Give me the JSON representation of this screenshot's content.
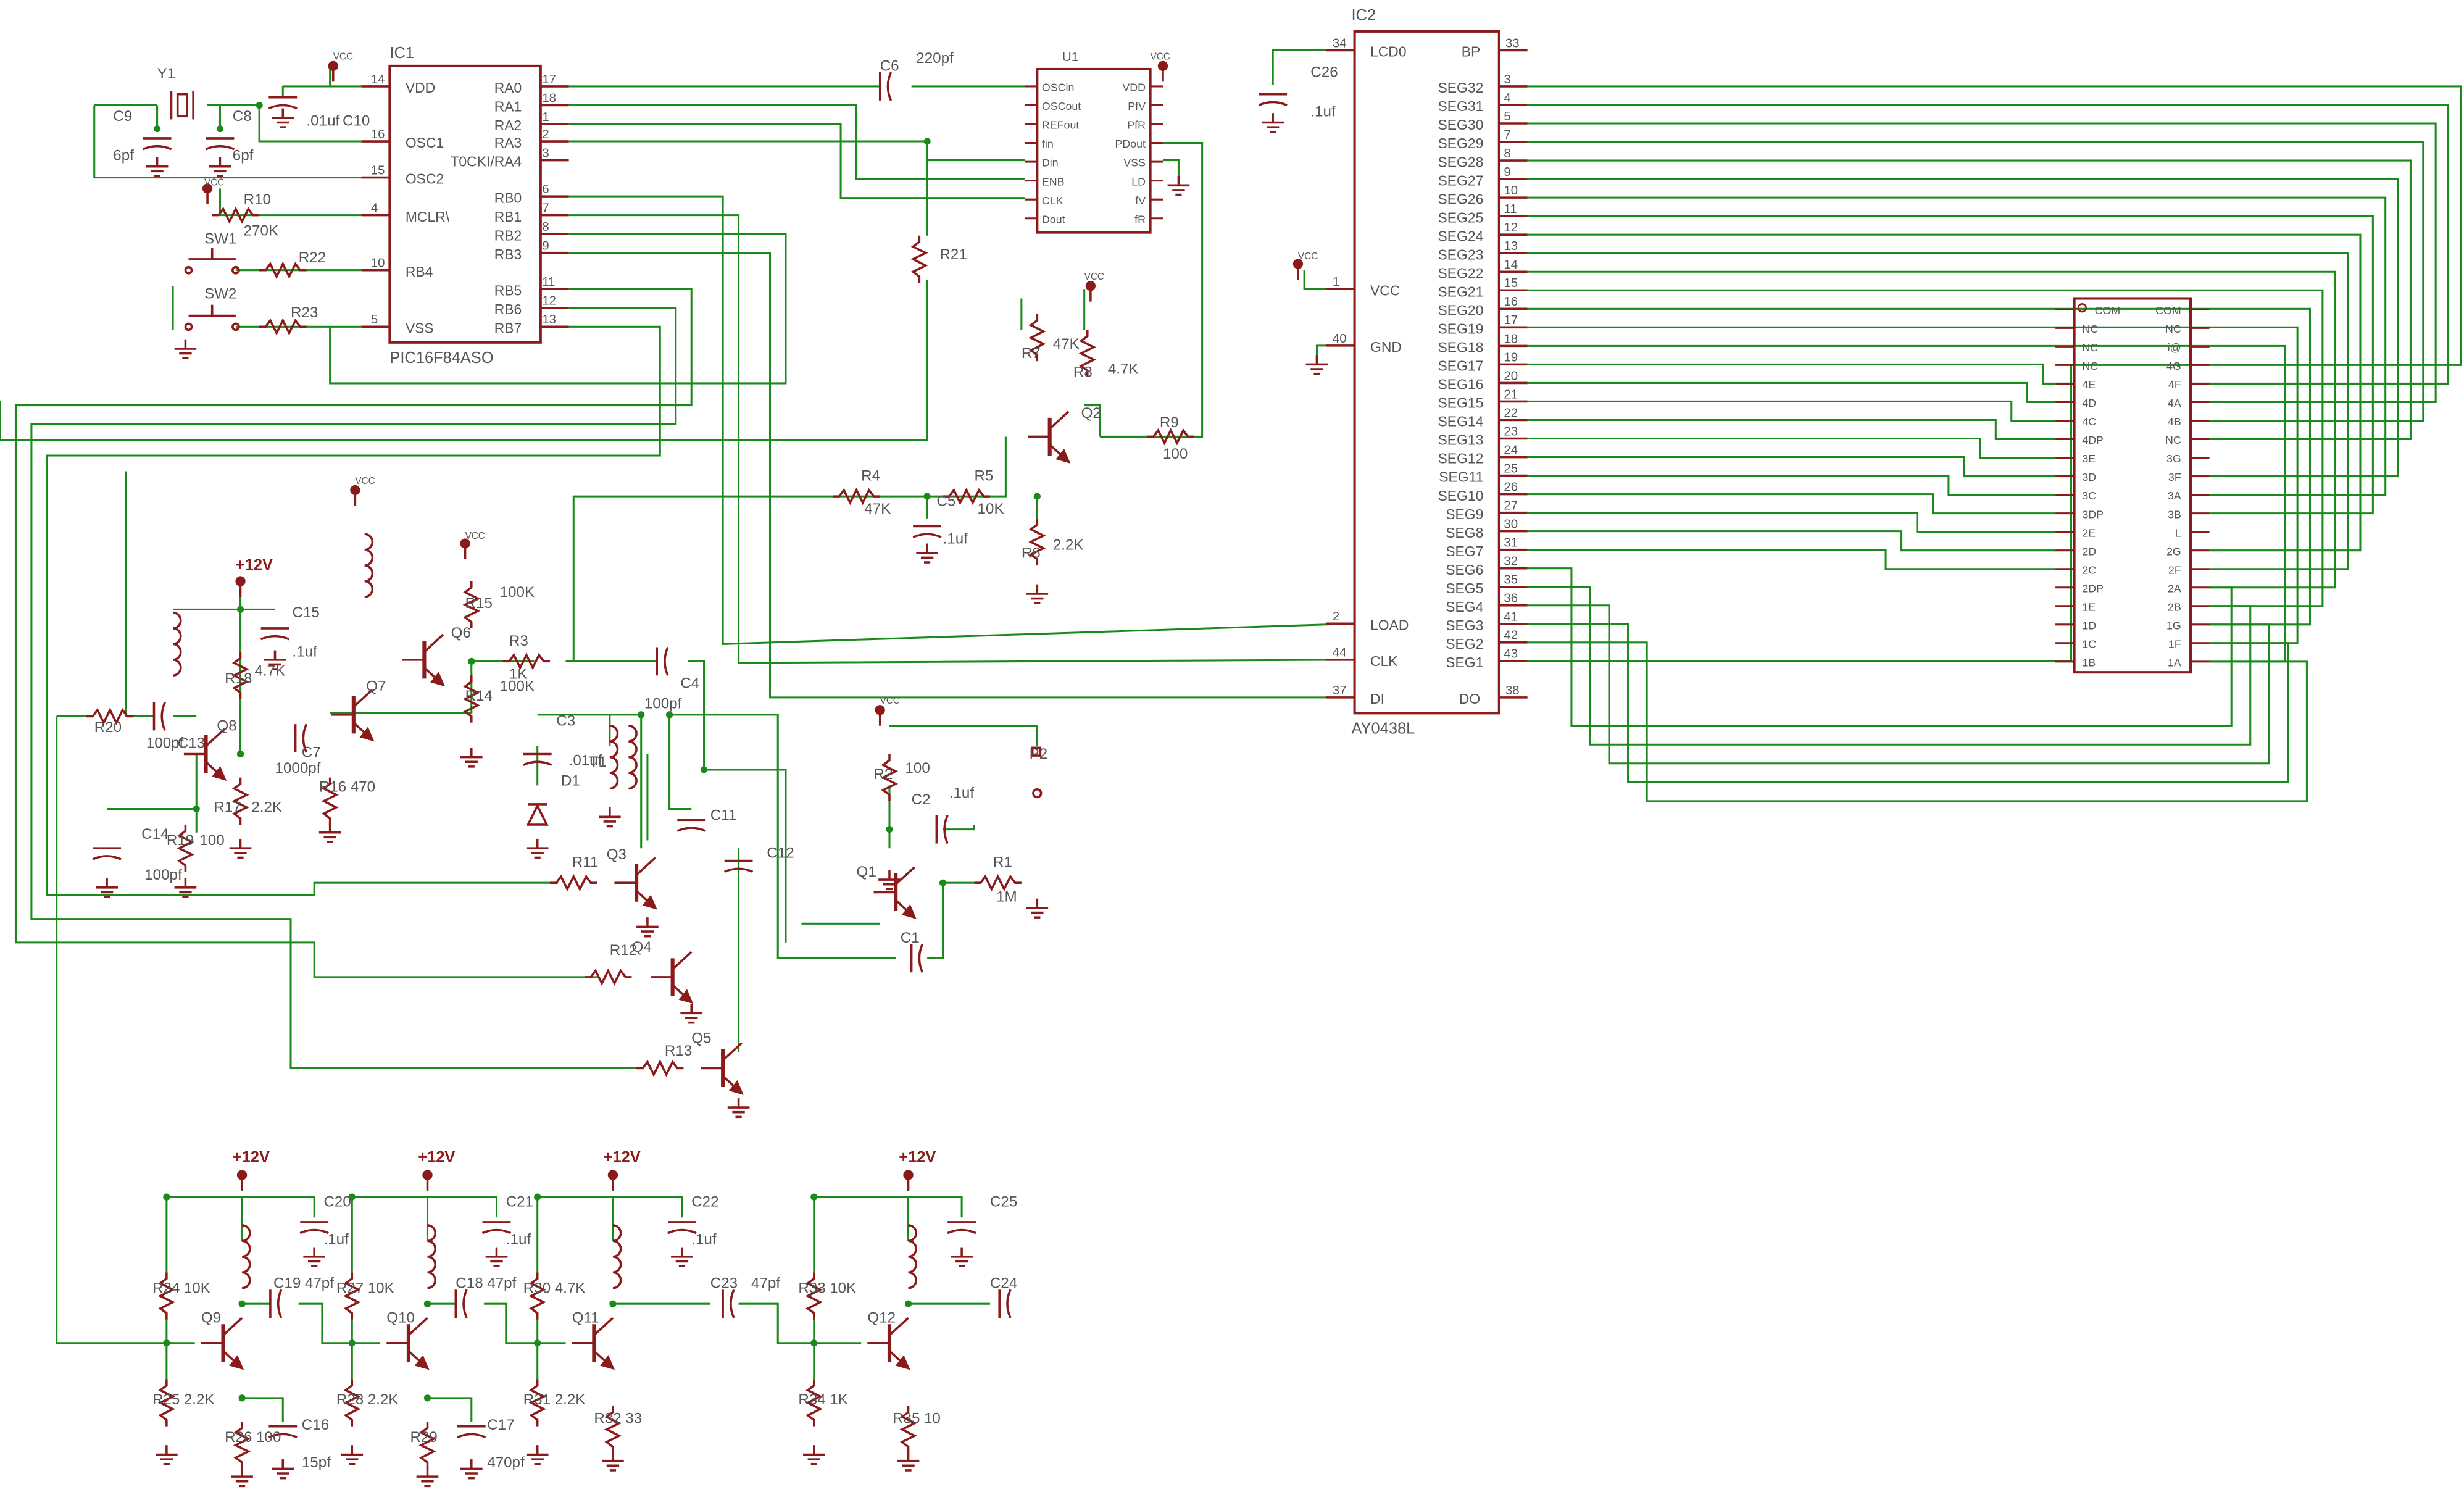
{
  "colors": {
    "part": "#8b1a1a",
    "wire": "#1a8a1a",
    "pin": "#8b1a1a",
    "text": "#555555",
    "dot": "#1a8a1a"
  },
  "ic1": {
    "ref": "IC1",
    "name": "PIC16F84ASO",
    "left_pins": [
      [
        "VDD",
        "14"
      ],
      [
        "OSC1",
        "16"
      ],
      [
        "OSC2",
        "15"
      ],
      [
        "MCLR\\",
        "4"
      ],
      [
        "RB4",
        "10"
      ],
      [
        "VSS",
        "5"
      ]
    ],
    "right_pins": [
      [
        "RA0",
        "17"
      ],
      [
        "RA1",
        "18"
      ],
      [
        "RA2",
        "1"
      ],
      [
        "RA3",
        "2"
      ],
      [
        "T0CKI/RA4",
        "3"
      ],
      [
        "RB0",
        "6"
      ],
      [
        "RB1",
        "7"
      ],
      [
        "RB2",
        "8"
      ],
      [
        "RB3",
        "9"
      ],
      [
        "RB5",
        "11"
      ],
      [
        "RB6",
        "12"
      ],
      [
        "RB7",
        "13"
      ]
    ]
  },
  "u1": {
    "ref": "U1",
    "left_pins": [
      "OSCin",
      "OSCout",
      "REFout",
      "fin",
      "Din",
      "ENB",
      "CLK",
      "Dout"
    ],
    "right_pins": [
      "VDD",
      "PfV",
      "PfR",
      "PDout",
      "VSS",
      "LD",
      "fV",
      "fR"
    ]
  },
  "ic2": {
    "ref": "IC2",
    "name": "AY0438L",
    "left": [
      [
        "LCD0",
        "34"
      ],
      [
        "VCC",
        "1"
      ],
      [
        "GND",
        "40"
      ],
      [
        "LOAD",
        "2"
      ],
      [
        "CLK",
        "44"
      ],
      [
        "DI",
        "37"
      ]
    ],
    "top_right": [
      [
        "BP",
        "33"
      ]
    ],
    "bottom_right": [
      [
        "DO",
        "38"
      ]
    ],
    "segs": [
      [
        "SEG32",
        "3"
      ],
      [
        "SEG31",
        "4"
      ],
      [
        "SEG30",
        "5"
      ],
      [
        "SEG29",
        "7"
      ],
      [
        "SEG28",
        "8"
      ],
      [
        "SEG27",
        "9"
      ],
      [
        "SEG26",
        "10"
      ],
      [
        "SEG25",
        "11"
      ],
      [
        "SEG24",
        "12"
      ],
      [
        "SEG23",
        "13"
      ],
      [
        "SEG22",
        "14"
      ],
      [
        "SEG21",
        "15"
      ],
      [
        "SEG20",
        "16"
      ],
      [
        "SEG19",
        "17"
      ],
      [
        "SEG18",
        "18"
      ],
      [
        "SEG17",
        "19"
      ],
      [
        "SEG16",
        "20"
      ],
      [
        "SEG15",
        "21"
      ],
      [
        "SEG14",
        "22"
      ],
      [
        "SEG13",
        "23"
      ],
      [
        "SEG12",
        "24"
      ],
      [
        "SEG11",
        "25"
      ],
      [
        "SEG10",
        "26"
      ],
      [
        "SEG9",
        "27"
      ],
      [
        "SEG8",
        "30"
      ],
      [
        "SEG7",
        "31"
      ],
      [
        "SEG6",
        "32"
      ],
      [
        "SEG5",
        "35"
      ],
      [
        "SEG4",
        "36"
      ],
      [
        "SEG3",
        "41"
      ],
      [
        "SEG2",
        "42"
      ],
      [
        "SEG1",
        "43"
      ]
    ]
  },
  "lcd": {
    "left": [
      "COM",
      "NC",
      "NC",
      "NC",
      "4E",
      "4D",
      "4C",
      "4DP",
      "3E",
      "3D",
      "3C",
      "3DP",
      "2E",
      "2D",
      "2C",
      "2DP",
      "1E",
      "1D",
      "1C",
      "1B"
    ],
    "right": [
      "COM",
      "NC",
      "i@",
      "4G",
      "4F",
      "4A",
      "4B",
      "NC",
      "3G",
      "3F",
      "3A",
      "3B",
      "L",
      "2G",
      "2F",
      "2A",
      "2B",
      "1G",
      "1F",
      "1A"
    ]
  },
  "labels": [
    [
      "Y1",
      100,
      50
    ],
    [
      "C9",
      72,
      77
    ],
    [
      "6pf",
      72,
      102
    ],
    [
      "C8",
      148,
      77
    ],
    [
      "6pf",
      148,
      102
    ],
    [
      "C10",
      218,
      80
    ],
    [
      ".01uf",
      195,
      80
    ],
    [
      "VCC",
      212,
      38
    ],
    [
      "VCC",
      130,
      118
    ],
    [
      "R10",
      155,
      130
    ],
    [
      "270K",
      155,
      150
    ],
    [
      "SW1",
      130,
      155
    ],
    [
      "R22",
      190,
      167
    ],
    [
      "SW2",
      130,
      190
    ],
    [
      "R23",
      185,
      202
    ],
    [
      "C6",
      560,
      45
    ],
    [
      "220pf",
      583,
      40
    ],
    [
      "VCC",
      732,
      38
    ],
    [
      "R21",
      598,
      165
    ],
    [
      "VCC",
      690,
      178
    ],
    [
      "R7",
      650,
      228
    ],
    [
      "47K",
      670,
      222
    ],
    [
      "R8",
      683,
      240
    ],
    [
      "4.7K",
      705,
      238
    ],
    [
      "Q2",
      688,
      266
    ],
    [
      "R9",
      738,
      272
    ],
    [
      "100",
      740,
      292
    ],
    [
      "R4",
      548,
      306
    ],
    [
      "47K",
      550,
      327
    ],
    [
      "R5",
      620,
      306
    ],
    [
      "10K",
      622,
      327
    ],
    [
      "C5",
      596,
      322
    ],
    [
      ".1uf",
      600,
      346
    ],
    [
      "R6",
      650,
      355
    ],
    [
      "2.2K",
      670,
      350
    ],
    [
      "VCC",
      226,
      308
    ],
    [
      "+12V",
      150,
      363
    ],
    [
      "C15",
      186,
      393
    ],
    [
      ".1uf",
      186,
      418
    ],
    [
      "R18",
      143,
      435
    ],
    [
      "4.7K",
      162,
      430
    ],
    [
      "Q7",
      233,
      440
    ],
    [
      "Q6",
      287,
      406
    ],
    [
      "VCC",
      296,
      343
    ],
    [
      "R15",
      296,
      387
    ],
    [
      "100K",
      318,
      380
    ],
    [
      "R3",
      324,
      411
    ],
    [
      "1K",
      324,
      432
    ],
    [
      "R14",
      296,
      446
    ],
    [
      "100K",
      318,
      440
    ],
    [
      "R20",
      60,
      466
    ],
    [
      "C13",
      113,
      476
    ],
    [
      "100pf",
      93,
      476
    ],
    [
      "Q8",
      138,
      465
    ],
    [
      "C7",
      192,
      482
    ],
    [
      "1000pf",
      175,
      492
    ],
    [
      "R16",
      203,
      504
    ],
    [
      "470",
      223,
      504
    ],
    [
      "R17",
      136,
      517
    ],
    [
      "2.2K",
      160,
      517
    ],
    [
      "C14",
      90,
      534
    ],
    [
      "100pf",
      92,
      560
    ],
    [
      "R19",
      106,
      538
    ],
    [
      "100",
      127,
      538
    ],
    [
      "C3",
      354,
      462
    ],
    [
      ".01uf",
      362,
      487
    ],
    [
      "D1",
      357,
      500
    ],
    [
      "T1",
      375,
      488
    ],
    [
      "100pf",
      410,
      451
    ],
    [
      "C4",
      433,
      438
    ],
    [
      "C11",
      452,
      522
    ],
    [
      "C12",
      488,
      546
    ],
    [
      "Q3",
      386,
      547
    ],
    [
      "R11",
      364,
      552
    ],
    [
      "R12",
      388,
      608
    ],
    [
      "Q4",
      402,
      606
    ],
    [
      "R13",
      423,
      672
    ],
    [
      "Q5",
      440,
      664
    ],
    [
      "VCC",
      560,
      448
    ],
    [
      "P2",
      655,
      483
    ],
    [
      "R2",
      556,
      496
    ],
    [
      "100",
      576,
      492
    ],
    [
      "C2",
      580,
      512
    ],
    [
      ".1uf",
      604,
      508
    ],
    [
      "Q1",
      545,
      558
    ],
    [
      "R1",
      632,
      552
    ],
    [
      "1M",
      634,
      574
    ],
    [
      "C1",
      573,
      600
    ],
    [
      "C26",
      834,
      49
    ],
    [
      ".1uf",
      834,
      74
    ],
    [
      "VCC",
      826,
      165
    ],
    [
      "+12V",
      148,
      740
    ],
    [
      "C20",
      206,
      768
    ],
    [
      ".1uf",
      206,
      792
    ],
    [
      "R24",
      97,
      823
    ],
    [
      "10K",
      117,
      823
    ],
    [
      "C19",
      174,
      820
    ],
    [
      "47pf",
      194,
      820
    ],
    [
      "Q9",
      128,
      842
    ],
    [
      "R25",
      97,
      894
    ],
    [
      "2.2K",
      117,
      894
    ],
    [
      "R26",
      143,
      918
    ],
    [
      "100",
      163,
      918
    ],
    [
      "C16",
      192,
      910
    ],
    [
      "15pf",
      192,
      934
    ],
    [
      "+12V",
      266,
      740
    ],
    [
      "C21",
      322,
      768
    ],
    [
      ".1uf",
      322,
      792
    ],
    [
      "R27",
      214,
      823
    ],
    [
      "10K",
      234,
      823
    ],
    [
      "C18",
      290,
      820
    ],
    [
      "47pf",
      310,
      820
    ],
    [
      "Q10",
      246,
      842
    ],
    [
      "R28",
      214,
      894
    ],
    [
      "2.2K",
      234,
      894
    ],
    [
      "R29",
      261,
      918
    ],
    [
      "C17",
      310,
      910
    ],
    [
      "470pf",
      310,
      934
    ],
    [
      "+12V",
      384,
      740
    ],
    [
      "C22",
      440,
      768
    ],
    [
      ".1uf",
      440,
      792
    ],
    [
      "R30",
      333,
      823
    ],
    [
      "4.7K",
      353,
      823
    ],
    [
      "C23",
      452,
      820
    ],
    [
      "47pf",
      478,
      820
    ],
    [
      "Q11",
      364,
      842
    ],
    [
      "R31",
      333,
      894
    ],
    [
      "2.2K",
      353,
      894
    ],
    [
      "R32",
      378,
      906
    ],
    [
      "33",
      398,
      906
    ],
    [
      "+12V",
      572,
      740
    ],
    [
      "C25",
      630,
      768
    ],
    [
      "R33",
      508,
      823
    ],
    [
      "10K",
      528,
      823
    ],
    [
      "C24",
      630,
      820
    ],
    [
      "Q12",
      552,
      842
    ],
    [
      "R34",
      508,
      894
    ],
    [
      "1K",
      528,
      894
    ],
    [
      "R35",
      568,
      906
    ],
    [
      "10",
      588,
      906
    ]
  ]
}
